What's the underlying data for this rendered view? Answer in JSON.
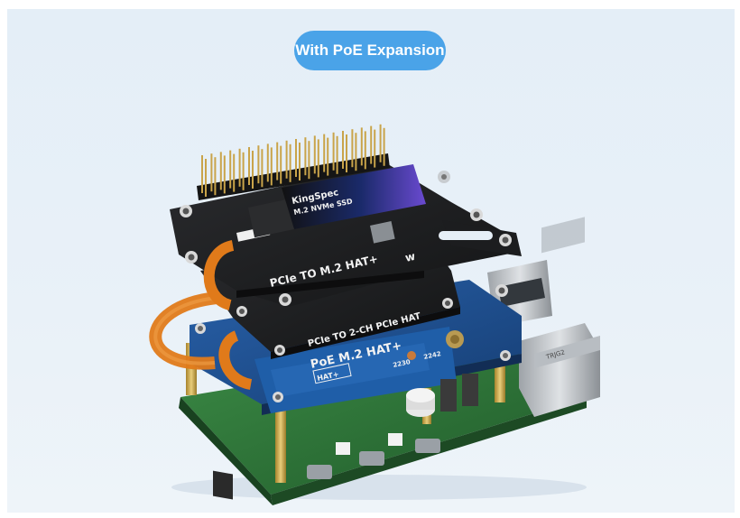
{
  "badge": {
    "label": "With PoE Expansion"
  },
  "boards": {
    "top_board_label": "PCIe TO M.2 HAT+",
    "top_ssd_brand": "KingSpec",
    "top_ssd_model": "M.2 NVMe SSD",
    "middle_board_label": "PCIe TO 2-CH PCIe HAT",
    "bottom_board_label": "PoE M.2 HAT+",
    "bottom_board_badge": "HAT+",
    "size_label_1": "2230",
    "size_label_2": "2242",
    "ethernet_label": "TRJG2"
  },
  "colors": {
    "badge_bg": "#4aa3e8",
    "panel_bg": "#e6eff7",
    "board_black": "#1c1d1f",
    "board_blue": "#1e4d8c",
    "pi_green": "#2e7a3a",
    "flex_cable": "#e07a1a",
    "gold": "#c9a44a"
  }
}
